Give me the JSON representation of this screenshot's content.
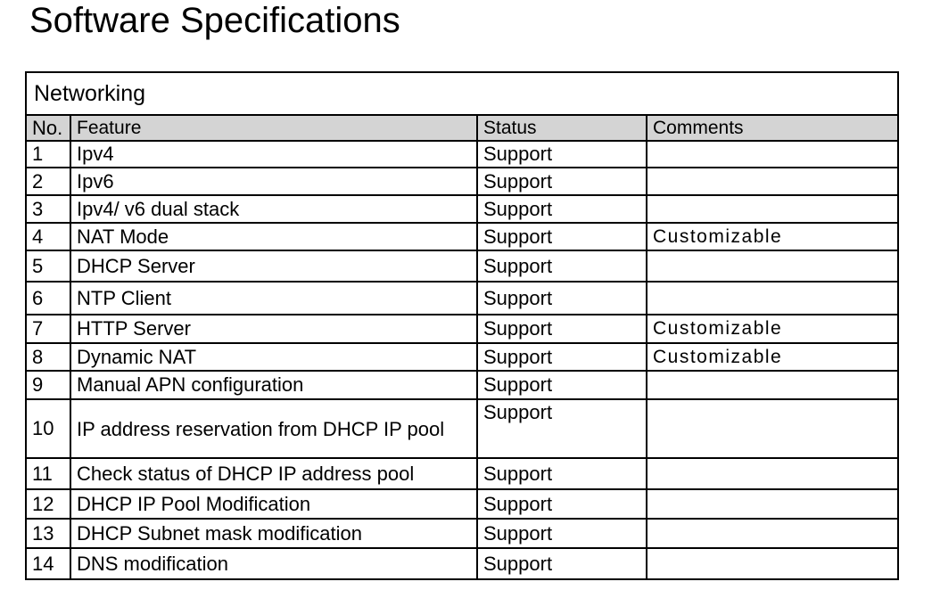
{
  "page": {
    "title": "Software Specifications"
  },
  "table": {
    "section": "Networking",
    "headers": {
      "no": "No.",
      "feature": "Feature",
      "status": "Status",
      "comments": "Comments"
    },
    "rows": [
      {
        "no": "1",
        "feature": "Ipv4",
        "status": "Support",
        "comments": ""
      },
      {
        "no": "2",
        "feature": "Ipv6",
        "status": "Support",
        "comments": ""
      },
      {
        "no": "3",
        "feature": "Ipv4/ v6 dual stack",
        "status": "Support",
        "comments": ""
      },
      {
        "no": "4",
        "feature": "NAT Mode",
        "status": "Support",
        "comments": "Customizable"
      },
      {
        "no": "5",
        "feature": "DHCP Server",
        "status": "Support",
        "comments": ""
      },
      {
        "no": "6",
        "feature": "NTP Client",
        "status": "Support",
        "comments": ""
      },
      {
        "no": "7",
        "feature": "HTTP Server",
        "status": "Support",
        "comments": "Customizable"
      },
      {
        "no": "8",
        "feature": "Dynamic NAT",
        "status": "Support",
        "comments": "Customizable"
      },
      {
        "no": "9",
        "feature": "Manual APN configuration",
        "status": "Support",
        "comments": ""
      },
      {
        "no": "10",
        "feature": "IP address reservation from DHCP IP pool",
        "status": "Support",
        "comments": ""
      },
      {
        "no": "11",
        "feature": "Check status of DHCP IP address pool",
        "status": "Support",
        "comments": ""
      },
      {
        "no": "12",
        "feature": "DHCP IP Pool Modification",
        "status": "Support",
        "comments": ""
      },
      {
        "no": "13",
        "feature": "DHCP Subnet mask modification",
        "status": "Support",
        "comments": ""
      },
      {
        "no": "14",
        "feature": "DNS modification",
        "status": "Support",
        "comments": ""
      }
    ]
  }
}
